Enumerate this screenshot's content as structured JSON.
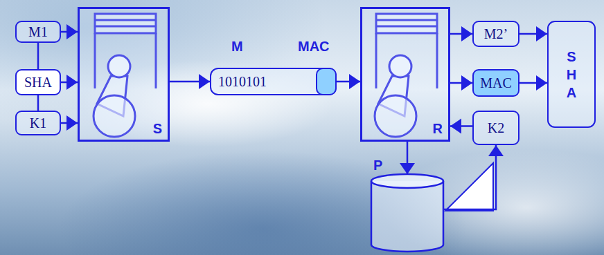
{
  "diagram": {
    "nodes": [
      {
        "text": [
          "M1"
        ]
      },
      {
        "text": [
          "SHA"
        ]
      },
      {
        "text": [
          "K1"
        ]
      },
      {
        "text": [
          "S"
        ]
      },
      {
        "text": [
          "1010101"
        ]
      },
      {
        "text": [
          "R"
        ]
      },
      {
        "text": [
          "M2’"
        ]
      },
      {
        "text": [
          "MAC"
        ]
      },
      {
        "text": [
          "K2"
        ]
      },
      {
        "text": [
          "S H A"
        ]
      },
      {
        "text": [
          "P"
        ]
      }
    ],
    "edges": [
      {
        "from": 0,
        "to": 1,
        "arrow": "none"
      },
      {
        "from": 1,
        "to": 2,
        "arrow": "none"
      },
      {
        "from": 0,
        "to": 3,
        "arrow": "to"
      },
      {
        "from": 1,
        "to": 3,
        "arrow": "to"
      },
      {
        "from": 2,
        "to": 3,
        "arrow": "to"
      },
      {
        "from": 3,
        "to": 4,
        "arrow": "to"
      },
      {
        "from": 4,
        "to": 5,
        "arrow": "to"
      },
      {
        "from": 5,
        "to": 6,
        "arrow": "to"
      },
      {
        "from": 5,
        "to": 7,
        "arrow": "to"
      },
      {
        "from": 8,
        "to": 5,
        "arrow": "to"
      },
      {
        "from": 6,
        "to": 9,
        "arrow": "to"
      },
      {
        "from": 7,
        "to": 9,
        "arrow": "to"
      },
      {
        "from": 5,
        "to": 10,
        "arrow": "to"
      },
      {
        "from": 10,
        "to": 8,
        "arrow": "to"
      }
    ],
    "labels": [
      "M",
      "MAC"
    ]
  }
}
